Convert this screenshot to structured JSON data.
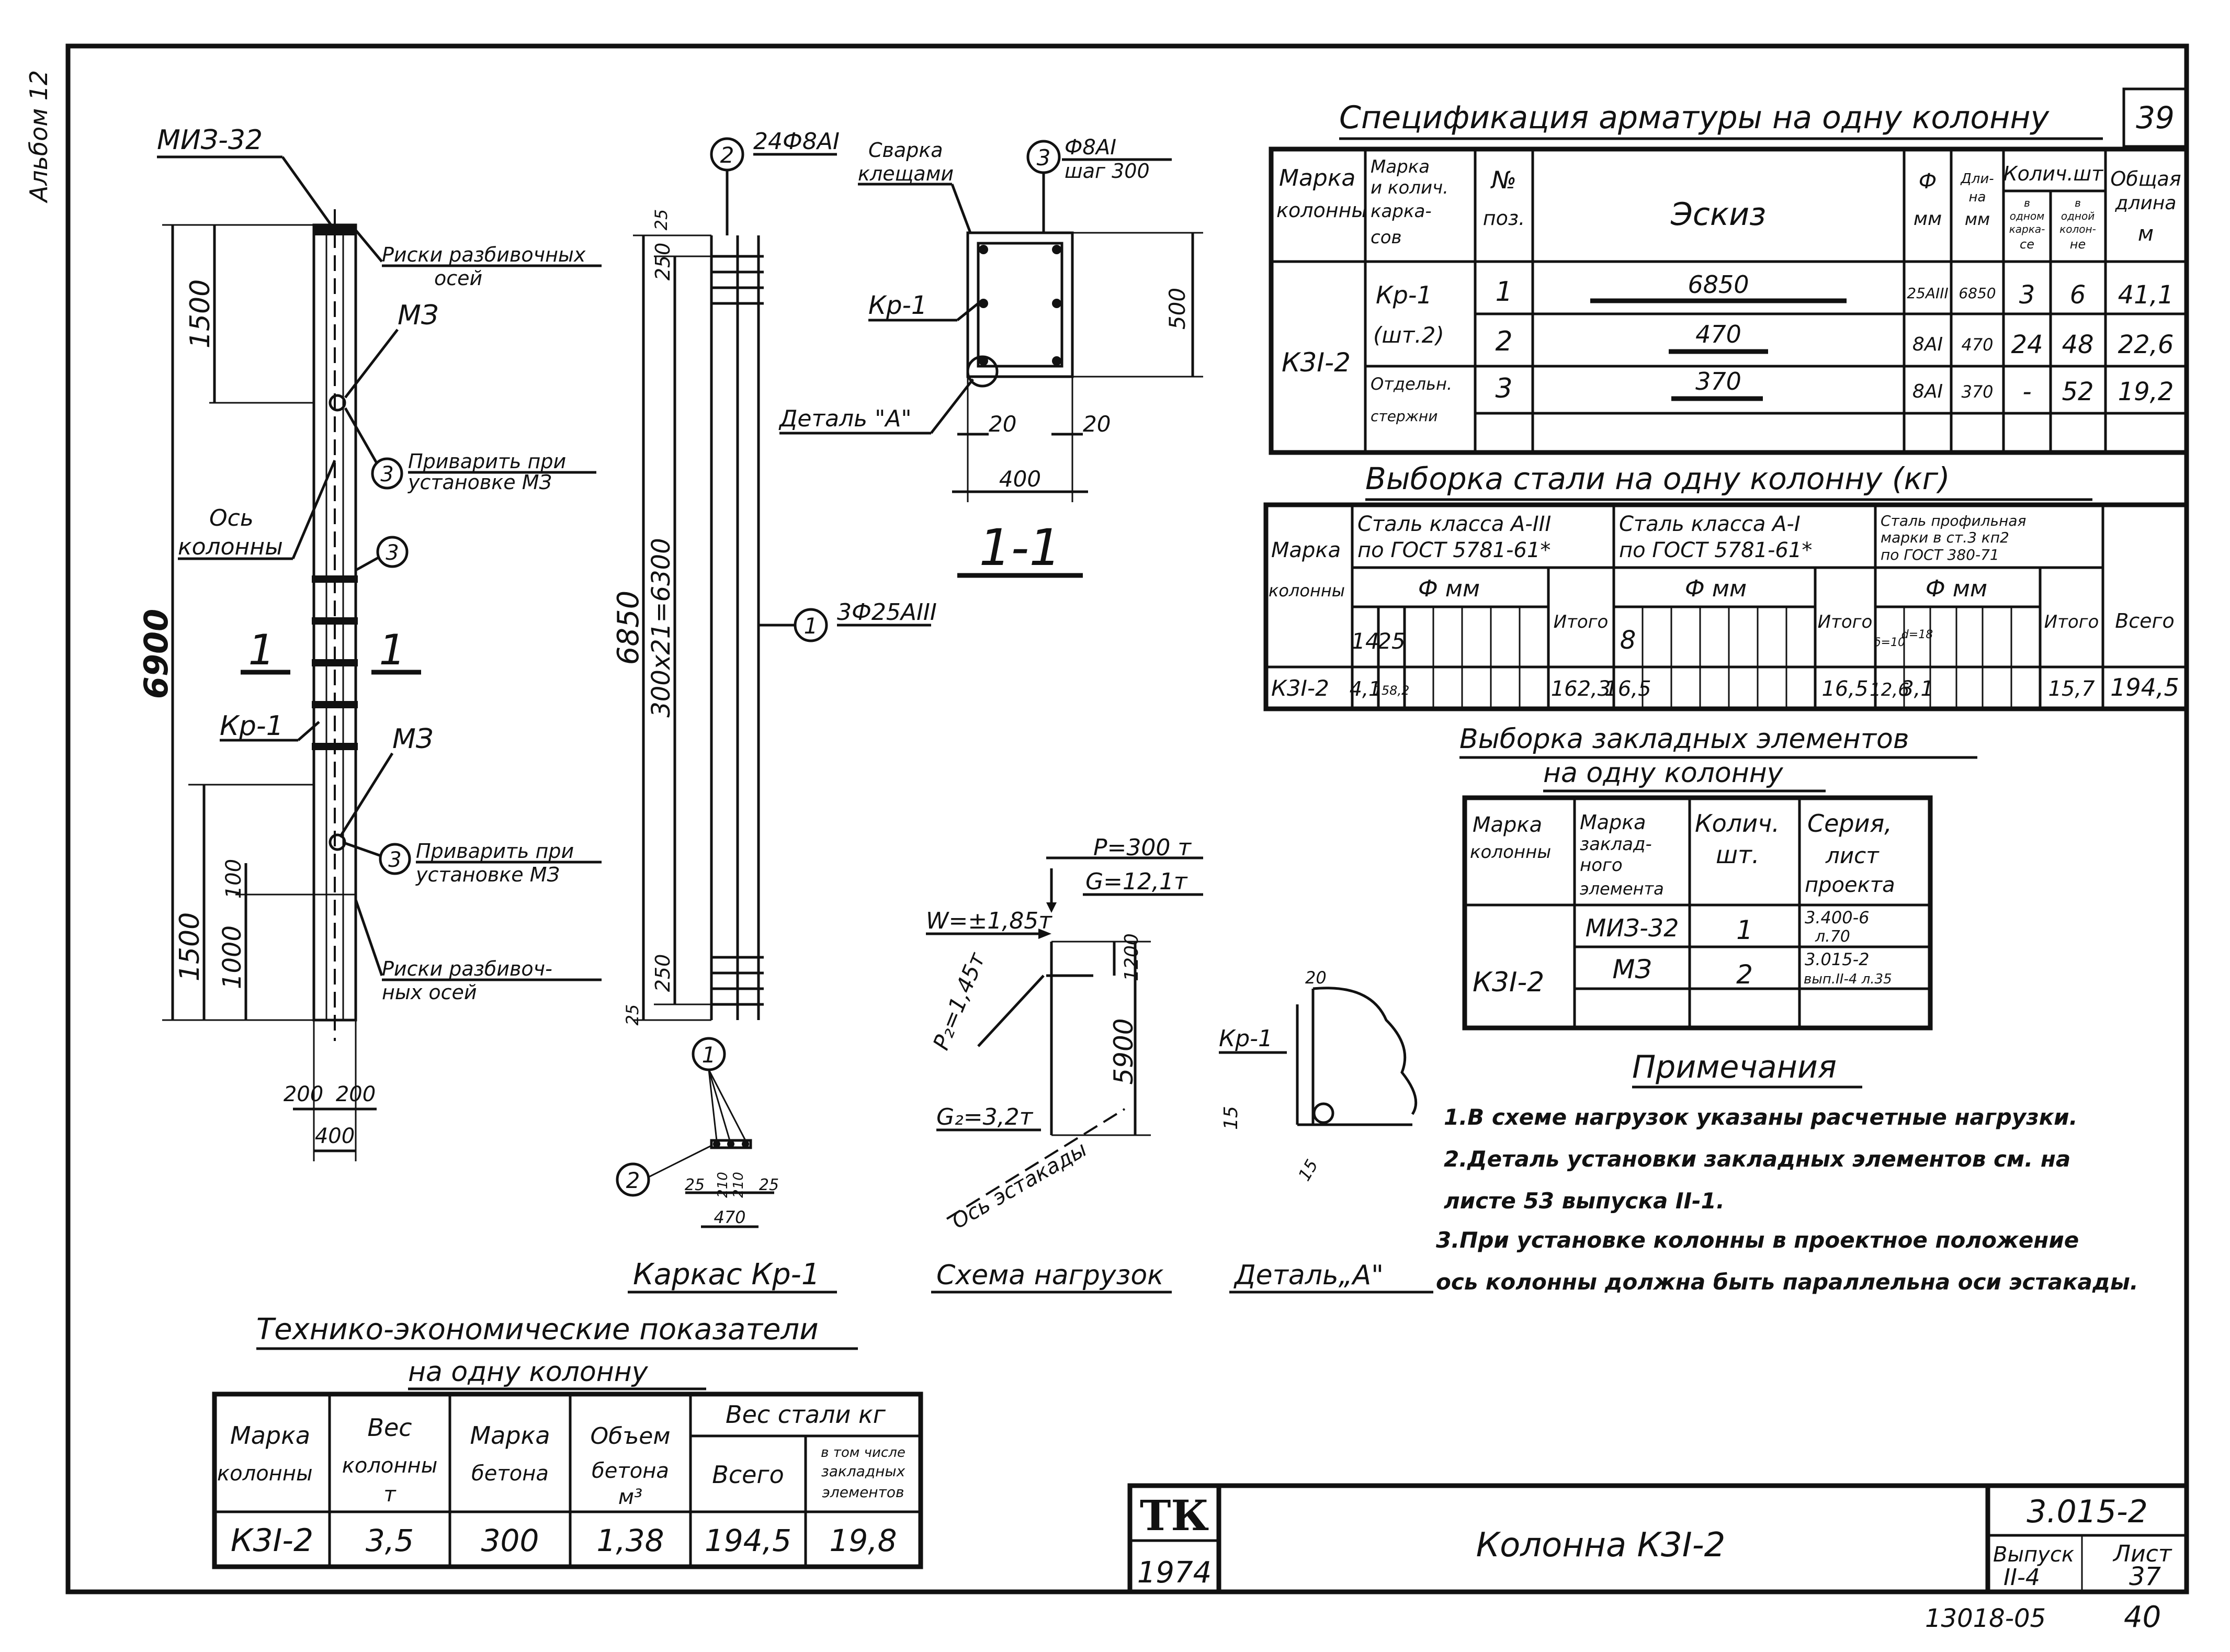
{
  "sheet_number": "39",
  "side_label": "Альбом 12",
  "column": {
    "label_miz": "МИЗ-32",
    "risk_top": [
      "Риски разбивочных",
      "осей"
    ],
    "m3_top": "МЗ",
    "weld_top": [
      "Приварить при",
      "установке МЗ"
    ],
    "axis_label": [
      "Ось",
      "колонны"
    ],
    "kr1": "Кр-1",
    "m3_bottom": "МЗ",
    "weld_bottom": [
      "Приварить при",
      "установке МЗ"
    ],
    "risk_bottom": [
      "Риски разбивоч-",
      "ных осей"
    ],
    "dim_1500_top": "1500",
    "dim_6900": "6900",
    "dim_100": "100",
    "dim_1000": "1000",
    "dim_1500_bottom": "1500",
    "dim_200_left": "200",
    "dim_200_right": "200",
    "dim_400": "400",
    "section_mark": "1",
    "callout_3": "3"
  },
  "cage": {
    "callout_2": "2",
    "label_2": "24Ф8АI",
    "callout_1": "1",
    "label_1": "3Ф25АIII",
    "dim_25_top": "25",
    "dim_250_top": "250",
    "dim_6850": "6850",
    "dim_300x21": "300х21=6300",
    "dim_250_bottom": "250",
    "dim_25_bottom": "25",
    "sec_dims": [
      "25",
      "210",
      "210",
      "25"
    ],
    "sec_470": "470",
    "title": "Каркас Кр-1"
  },
  "section": {
    "weld_label": [
      "Сварка",
      "клещами"
    ],
    "callout_3": "3",
    "label_3": [
      "Ф8АI",
      "шаг 300"
    ],
    "kr1": "Кр-1",
    "detail": "Деталь \"А\"",
    "dim_500": "500",
    "dim_20_left": "20",
    "dim_20_right": "20",
    "dim_400": "400",
    "title": "1-1"
  },
  "load_scheme": {
    "P": "Р=300 т",
    "G": "G=12,1т",
    "W": "W=±1,85т",
    "P2": "Р₂=1,45т",
    "G2": "G₂=3,2т",
    "dim_1200": "1200",
    "dim_5900": "5900",
    "axis": "Ось эстакады",
    "title": "Схема нагрузок"
  },
  "detail_a": {
    "dim_20": "20",
    "kr1": "Кр-1",
    "dim_15_left": "15",
    "dim_15_bottom": "15",
    "title": "Деталь„А\""
  },
  "spec": {
    "title": "Спецификация арматуры на одну колонну",
    "headers": {
      "mark": [
        "Марка",
        "колонны"
      ],
      "cage": [
        "Марка",
        "и колич.",
        "карка-",
        "сов"
      ],
      "pos": [
        "№",
        "поз."
      ],
      "sketch": "Эскиз",
      "dia": [
        "Ф",
        "мм"
      ],
      "len": [
        "Дли-",
        "на",
        "мм"
      ],
      "qty": "Колич.шт",
      "qty_cage": [
        "в",
        "одном",
        "карка-",
        "се"
      ],
      "qty_col": [
        "в",
        "одной",
        "колон-",
        "не"
      ],
      "total": [
        "Общая",
        "длина",
        "м"
      ]
    },
    "column_mark": "К3I-2",
    "cage_mark": [
      "Кр-1",
      "(шт.2)"
    ],
    "separate": [
      "Отдельн.",
      "стержни"
    ],
    "rows": [
      {
        "pos": "1",
        "sketch": "6850",
        "dia": "25АIII",
        "len": "6850",
        "qty_cage": "3",
        "qty_col": "6",
        "total": "41,1"
      },
      {
        "pos": "2",
        "sketch": "470",
        "dia": "8АI",
        "len": "470",
        "qty_cage": "24",
        "qty_col": "48",
        "total": "22,6"
      },
      {
        "pos": "3",
        "sketch": "370",
        "dia": "8АI",
        "len": "370",
        "qty_cage": "-",
        "qty_col": "52",
        "total": "19,2"
      }
    ]
  },
  "steel": {
    "title": "Выборка стали на одну колонну (кг)",
    "mark": [
      "Марка",
      "колонны"
    ],
    "class_a3": [
      "Сталь класса А-III",
      "по ГОСТ 5781-61*"
    ],
    "class_a1": [
      "Сталь класса А-I",
      "по ГОСТ 5781-61*"
    ],
    "profile": [
      "Сталь профильная",
      "марки в ст.3 кп2",
      "по ГОСТ 380-71"
    ],
    "dia_mm": "Ф мм",
    "itogo": "Итого",
    "vsego": "Всего",
    "a3_dias": [
      "14",
      "25"
    ],
    "a1_dias": [
      "8"
    ],
    "prof_dias": [
      "δ=10",
      "d=18"
    ],
    "row": {
      "mark": "К3I-2",
      "a3": [
        "4,1",
        "158,2"
      ],
      "a3_itogo": "162,3",
      "a1": [
        "16,5"
      ],
      "a1_itogo": "16,5",
      "prof": [
        "12,6",
        "3,1"
      ],
      "prof_itogo": "15,7",
      "vsego": "194,5"
    }
  },
  "embedded": {
    "title": [
      "Выборка закладных элементов",
      "на одну колонну"
    ],
    "headers": {
      "mark": [
        "Марка",
        "колонны"
      ],
      "element": [
        "Марка",
        "заклад-",
        "ного",
        "элемента"
      ],
      "qty": [
        "Колич.",
        "шт."
      ],
      "series": [
        "Серия,",
        "лист",
        "проекта"
      ]
    },
    "column_mark": "К3I-2",
    "rows": [
      {
        "element": "МИЗ-32",
        "qty": "1",
        "series": [
          "3.400-6",
          "л.70"
        ]
      },
      {
        "element": "МЗ",
        "qty": "2",
        "series": [
          "3.015-2",
          "вып.II-4 л.35"
        ]
      }
    ]
  },
  "notes": {
    "title": "Примечания",
    "items": [
      "1.В схеме нагрузок указаны расчетные нагрузки.",
      "2.Деталь установки закладных элементов см. на",
      "листе 53 выпуска II-1.",
      "3.При установке колонны в проектное положение",
      "ось колонны должна быть параллельна оси эстакады."
    ]
  },
  "tech": {
    "title": [
      "Технико-экономические показатели",
      "на одну колонну"
    ],
    "headers": {
      "mark": [
        "Марка",
        "колонны"
      ],
      "weight": [
        "Вес",
        "колонны",
        "т"
      ],
      "concrete": [
        "Марка",
        "бетона"
      ],
      "volume": [
        "Объем",
        "бетона",
        "м³"
      ],
      "steel": "Вес стали кг",
      "steel_total": "Всего",
      "steel_emb": [
        "в том числе",
        "закладных",
        "элементов"
      ]
    },
    "row": {
      "mark": "К3I-2",
      "weight": "3,5",
      "concrete": "300",
      "volume": "1,38",
      "steel_total": "194,5",
      "steel_emb": "19,8"
    }
  },
  "stamp": {
    "org": "ТК",
    "year": "1974",
    "title": "Колонна К3I-2",
    "series": "3.015-2",
    "issue_label": "Выпуск",
    "sheet_label": "Лист",
    "issue": "II-4",
    "sheet": "37"
  },
  "footer": {
    "code": "13018-05",
    "page": "40"
  }
}
